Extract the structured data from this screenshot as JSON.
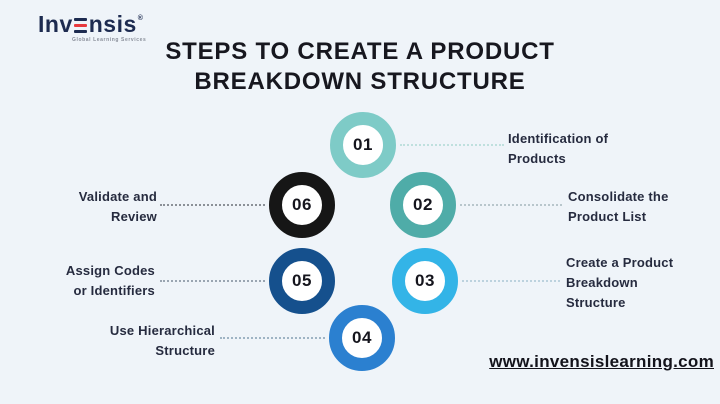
{
  "page": {
    "background": "#EFF4F9"
  },
  "logo": {
    "prefix": "Inv",
    "suffix": "nsis",
    "registered": "®",
    "tagline": "Global Learning Services",
    "color": "#1d2b50",
    "accent": "#e8393d"
  },
  "title": {
    "line1": "STEPS TO CREATE A PRODUCT",
    "line2": "BREAKDOWN STRUCTURE"
  },
  "steps": [
    {
      "number": "01",
      "label": "Identification of\nProducts",
      "ring_color": "#7ECBC7",
      "line_color": "#bfe0de"
    },
    {
      "number": "02",
      "label": "Consolidate the\nProduct List",
      "ring_color": "#4FACA8",
      "line_color": "#b8c6cc"
    },
    {
      "number": "03",
      "label": "Create a Product\nBreakdown\nStructure",
      "ring_color": "#33B4E7",
      "line_color": "#bcd2de"
    },
    {
      "number": "04",
      "label": "Use Hierarchical\nStructure",
      "ring_color": "#2B80D0",
      "line_color": "#9fb4c4"
    },
    {
      "number": "05",
      "label": "Assign Codes\nor Identifiers",
      "ring_color": "#15508D",
      "line_color": "#9aa5b1"
    },
    {
      "number": "06",
      "label": "Validate and\nReview",
      "ring_color": "#161616",
      "line_color": "#8b9097"
    }
  ],
  "website": {
    "text": "www.invensislearning.com"
  }
}
